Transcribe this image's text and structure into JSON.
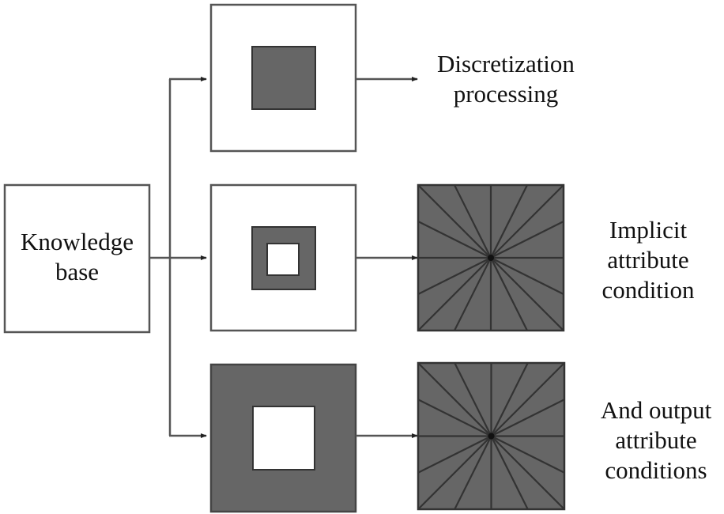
{
  "colors": {
    "fill_dark": "#666666",
    "stroke": "#333333",
    "line": "#555555",
    "white": "#ffffff"
  },
  "nodes": {
    "knowledge_base": {
      "lines": [
        "Knowledge",
        "base"
      ]
    },
    "discretization": {
      "lines": [
        "Discretization",
        "processing"
      ]
    },
    "implicit": {
      "lines": [
        "Implicit",
        "attribute",
        "condition"
      ]
    },
    "output": {
      "lines": [
        "And output",
        "attribute",
        "conditions"
      ]
    }
  },
  "stages": [
    {
      "name": "small-solid-square",
      "description": "white box with small filled square"
    },
    {
      "name": "ring-square",
      "description": "white box with filled square ring"
    },
    {
      "name": "large-frame-square",
      "description": "filled box with white square hole"
    }
  ],
  "radial_patterns": [
    {
      "name": "radial-square-implicit",
      "spokes": 16
    },
    {
      "name": "radial-square-output",
      "spokes": 16
    }
  ]
}
